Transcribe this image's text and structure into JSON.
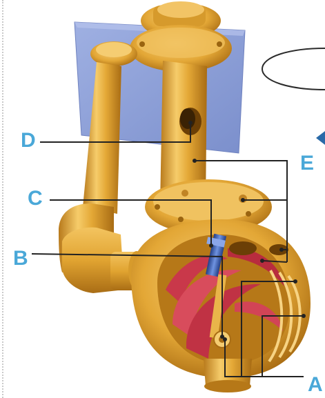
{
  "labels": {
    "a": "A",
    "b": "B",
    "c": "C",
    "d": "D",
    "e": "E"
  },
  "colors": {
    "label": "#4aa8d8",
    "leader_line": "#222222",
    "backplate": "#8ea0d8",
    "metal": "#e6ad35",
    "impeller": "#c9384a",
    "shaft": "#3e62b0"
  }
}
